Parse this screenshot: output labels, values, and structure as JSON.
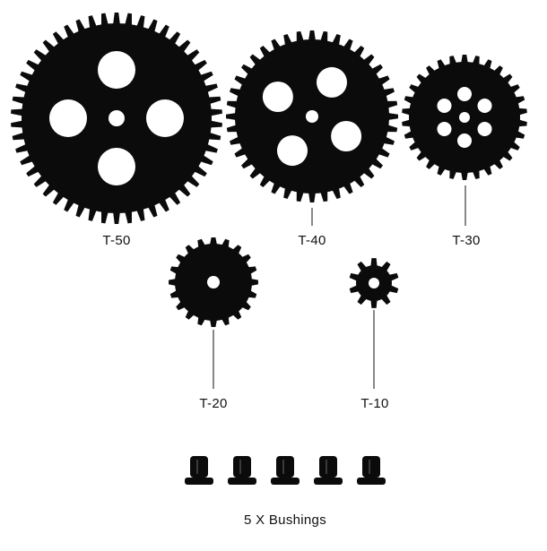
{
  "colors": {
    "part": "#0b0b0b",
    "background": "#ffffff",
    "leader": "#111111"
  },
  "gears": [
    {
      "key": "t50",
      "label": "T-50",
      "teeth": 50
    },
    {
      "key": "t40",
      "label": "T-40",
      "teeth": 40
    },
    {
      "key": "t30",
      "label": "T-30",
      "teeth": 30
    },
    {
      "key": "t20",
      "label": "T-20",
      "teeth": 20
    },
    {
      "key": "t10",
      "label": "T-10",
      "teeth": 10
    }
  ],
  "bushings": {
    "label": "5 X Bushings",
    "count": 5
  }
}
